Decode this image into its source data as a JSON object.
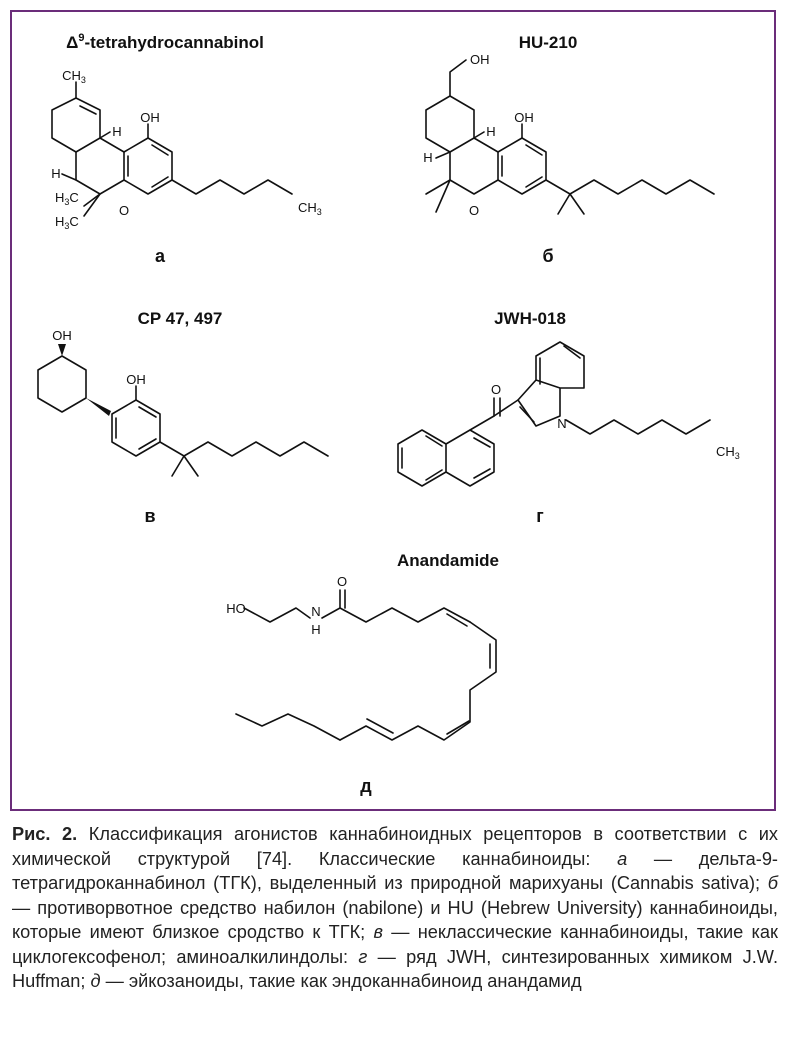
{
  "molecules": {
    "thc": {
      "title_prefix": "Δ",
      "title_sup": "9",
      "title_rest": "-tetrahydrocannabinol",
      "letter": "а",
      "labels": {
        "ch3_top": "CH",
        "oh": "OH",
        "h_top": "H",
        "h_left": "H",
        "h3c_1": "H",
        "h3c_2": "H",
        "o_ring": "O",
        "ch3_tail": "CH",
        "sub3": "3",
        "c": "C"
      }
    },
    "hu210": {
      "title": "HU-210",
      "letter": "б",
      "labels": {
        "oh_top": "OH",
        "oh": "OH",
        "h_top": "H",
        "h_left": "H",
        "o_ring": "O"
      }
    },
    "cp": {
      "title": "CP 47, 497",
      "letter": "в",
      "labels": {
        "oh_top": "OH",
        "oh": "OH"
      }
    },
    "jwh": {
      "title": "JWH-018",
      "letter": "г",
      "labels": {
        "o": "O",
        "n": "N",
        "ch3": "CH",
        "sub3": "3"
      }
    },
    "anandamide": {
      "title": "Anandamide",
      "letter": "д",
      "labels": {
        "ho": "HO",
        "n": "N",
        "h": "H",
        "o": "O"
      }
    }
  },
  "caption": {
    "label": "Рис. 2.",
    "seg1": " Классификация агонистов каннабиноидных рецепторов в соответствии с их химической структурой [74]. Классические каннабиноиды: ",
    "a": "а",
    "seg2": " — дельта-9-тетрагидроканнабинол (ТГК), выделенный из природной марихуаны (Cannabis sativa); ",
    "b": "б",
    "seg3": " — противорвотное средство набилон (nabilone) и HU (Hebrew University) каннабиноиды, которые имеют близкое сродство к ТГК; ",
    "v": "в",
    "seg4": " — неклассические каннабиноиды, такие как циклогексофенол; аминоалкилиндолы: ",
    "g": "г",
    "seg5": " — ряд JWH, синтезированных химиком J.W. Huffman; ",
    "d": "д",
    "seg6": " — эйкозаноиды, такие как эндоканнабиноид анандамид"
  },
  "colors": {
    "frame": "#6b2d7a",
    "ink": "#111111"
  }
}
